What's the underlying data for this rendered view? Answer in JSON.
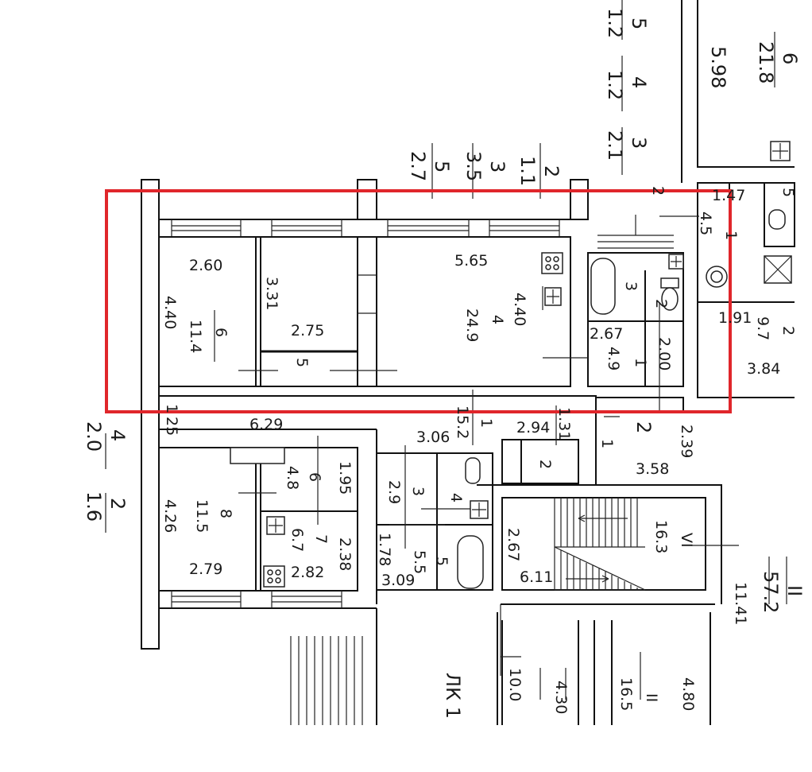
{
  "highlight_color": "#e0262b",
  "labels": {
    "top_5": "5",
    "top_1_2a": "1.2",
    "top_4": "4",
    "top_1_2b": "1.2",
    "top_3": "3",
    "top_2_1": "2.1",
    "top_6": "6",
    "top_21_8": "21.8",
    "top_5_98": "5.98",
    "r5": "5",
    "r2_7": "2.7",
    "r3": "3",
    "r3_5": "3.5",
    "r2": "2",
    "r1_1": "1.1",
    "k_2_60": "2.60",
    "k_4_40": "4.40",
    "k_6": "6",
    "k_11_4": "11.4",
    "k_3_31": "3.31",
    "k_2_75": "2.75",
    "k_5": "5",
    "k_5_65": "5.65",
    "k_4": "4",
    "k_24_9": "24.9",
    "k_4_40b": "4.40",
    "k_3": "3",
    "k_2": "2",
    "k_2_67": "2.67",
    "k_4_9": "4.9",
    "k_1": "1",
    "k_2_00": "2.00",
    "r_2b": "2",
    "r_1_47": "1.47",
    "r_1b": "1",
    "r_4_5": "4.5",
    "r_5b": "5",
    "r_1_91": "1.91",
    "r_2c": "2",
    "r_9_7": "9.7",
    "r_3_84": "3.84",
    "c_1": "1",
    "c_25": "25",
    "c_6_29": "6.29",
    "c_15_2": "15.2",
    "c_1b": "1",
    "c_3_06": "3.06",
    "c_2_94": "2.94",
    "c_1_31": "1.31",
    "c_2": "2",
    "c_1c": "1",
    "c_2_39": "2.39",
    "c_3_58": "3.58",
    "l_4": "4",
    "l_2_0": "2.0",
    "l_2": "2",
    "l_1_6": "1.6",
    "b_8": "8",
    "b_11_5": "11.5",
    "b_4_26": "4.26",
    "b_2_79": "2.79",
    "b_6": "6",
    "b_4_8": "4.8",
    "b_1_95": "1.95",
    "b_3": "3",
    "b_2_9": "2.9",
    "b_4": "4",
    "b_7": "7",
    "b_6_7": "6.7",
    "b_2_82": "2.82",
    "b_2_38": "2.38",
    "b_1_78": "1.78",
    "b_5": "5",
    "b_5_5": "5.5",
    "b_3_09": "3.09",
    "b_2_small": "2",
    "b_2_67": "2.67",
    "b_6_11": "6.11",
    "s_VI": "VI",
    "s_16_3": "16.3",
    "s_11_41": "11.41",
    "s_57_2": "57.2",
    "s_II_top": "II",
    "e_LK1": "ЛК 1",
    "e_10_0": "10.0",
    "e_4_30": "4.30",
    "e_II": "II",
    "e_16_5": "16.5",
    "e_4_80": "4.80"
  }
}
